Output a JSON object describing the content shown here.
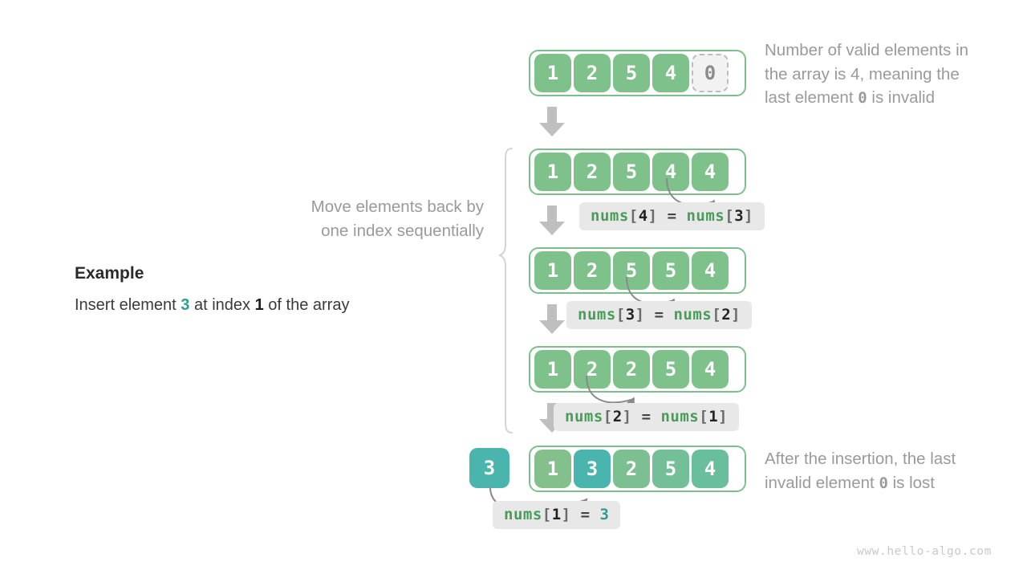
{
  "meta": {
    "watermark": "www.hello-algo.com",
    "colors": {
      "cell_green": "#7ec18a",
      "frame_green": "#7dbf8c",
      "highlight_teal": "#4ab5ad",
      "invalid_gray": "#f2f2f2",
      "annotation_gray": "#9a9a9a",
      "code_chip_bg": "#e8e8e8",
      "code_fn_green": "#4a9c5a"
    }
  },
  "example": {
    "title": "Example",
    "description_prefix": "Insert element ",
    "description_value": "3",
    "description_middle": " at index ",
    "description_index": "1",
    "description_suffix": " of the array"
  },
  "annotations": {
    "top_right": {
      "line1": "Number of valid elements in",
      "line2_a": "the array is 4, meaning the",
      "line3_a": "last element ",
      "line3_mono": "0",
      "line3_b": " is invalid"
    },
    "middle_left": {
      "line1": "Move elements back by",
      "line2": "one index sequentially"
    },
    "bottom_right": {
      "line1": "After the insertion, the last",
      "line2_a": "invalid element ",
      "line2_mono": "0",
      "line2_b": " is lost"
    }
  },
  "code_labels": [
    {
      "id": "step1",
      "fn1": "nums",
      "open1": "[",
      "idx1": "4",
      "close1": "]",
      "op": "=",
      "fn2": "nums",
      "open2": "[",
      "idx2": "3",
      "close2": "]"
    },
    {
      "id": "step2",
      "fn1": "nums",
      "open1": "[",
      "idx1": "3",
      "close1": "]",
      "op": "=",
      "fn2": "nums",
      "open2": "[",
      "idx2": "2",
      "close2": "]"
    },
    {
      "id": "step3",
      "fn1": "nums",
      "open1": "[",
      "idx1": "2",
      "close1": "]",
      "op": "=",
      "fn2": "nums",
      "open2": "[",
      "idx2": "1",
      "close2": "]"
    },
    {
      "id": "step4",
      "fn1": "nums",
      "open1": "[",
      "idx1": "1",
      "close1": "]",
      "op": "=",
      "value": "3"
    }
  ],
  "arrays": [
    {
      "id": "array-initial",
      "cells": [
        {
          "value": "1",
          "state": "valid"
        },
        {
          "value": "2",
          "state": "valid"
        },
        {
          "value": "5",
          "state": "valid"
        },
        {
          "value": "4",
          "state": "valid"
        },
        {
          "value": "0",
          "state": "invalid"
        }
      ]
    },
    {
      "id": "array-step1",
      "cells": [
        {
          "value": "1",
          "state": "valid"
        },
        {
          "value": "2",
          "state": "valid"
        },
        {
          "value": "5",
          "state": "valid"
        },
        {
          "value": "4",
          "state": "valid"
        },
        {
          "value": "4",
          "state": "valid"
        }
      ]
    },
    {
      "id": "array-step2",
      "cells": [
        {
          "value": "1",
          "state": "valid"
        },
        {
          "value": "2",
          "state": "valid"
        },
        {
          "value": "5",
          "state": "valid"
        },
        {
          "value": "5",
          "state": "valid"
        },
        {
          "value": "4",
          "state": "valid"
        }
      ]
    },
    {
      "id": "array-step3",
      "cells": [
        {
          "value": "1",
          "state": "valid"
        },
        {
          "value": "2",
          "state": "valid"
        },
        {
          "value": "2",
          "state": "valid"
        },
        {
          "value": "5",
          "state": "valid"
        },
        {
          "value": "4",
          "state": "valid"
        }
      ]
    },
    {
      "id": "array-final",
      "lone_element": "3",
      "cells": [
        {
          "value": "1",
          "state": "valid"
        },
        {
          "value": "3",
          "state": "highlight"
        },
        {
          "value": "2",
          "state": "valid"
        },
        {
          "value": "5",
          "state": "valid"
        },
        {
          "value": "4",
          "state": "valid"
        }
      ]
    }
  ]
}
